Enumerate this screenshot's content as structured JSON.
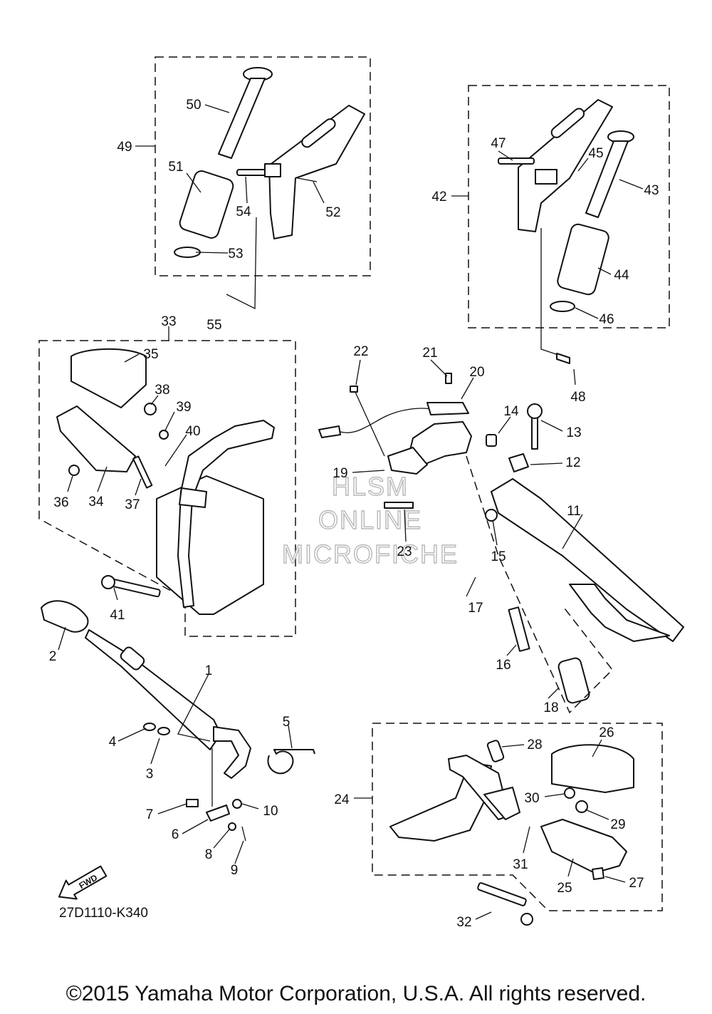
{
  "diagram_code": "27D1110-K340",
  "fwd_label": "FWD",
  "copyright": "©2015 Yamaha Motor Corporation, U.S.A. All rights reserved.",
  "watermark": [
    "HLSM",
    "ONLINE",
    "MICROFICHE"
  ],
  "callouts": [
    "1",
    "2",
    "3",
    "4",
    "5",
    "6",
    "7",
    "8",
    "9",
    "10",
    "11",
    "12",
    "13",
    "14",
    "15",
    "16",
    "17",
    "18",
    "19",
    "20",
    "21",
    "22",
    "23",
    "24",
    "25",
    "26",
    "27",
    "28",
    "29",
    "30",
    "31",
    "32",
    "33",
    "34",
    "35",
    "36",
    "37",
    "38",
    "39",
    "40",
    "41",
    "42",
    "43",
    "44",
    "45",
    "46",
    "47",
    "48",
    "49",
    "50",
    "51",
    "52",
    "53",
    "54",
    "55"
  ]
}
